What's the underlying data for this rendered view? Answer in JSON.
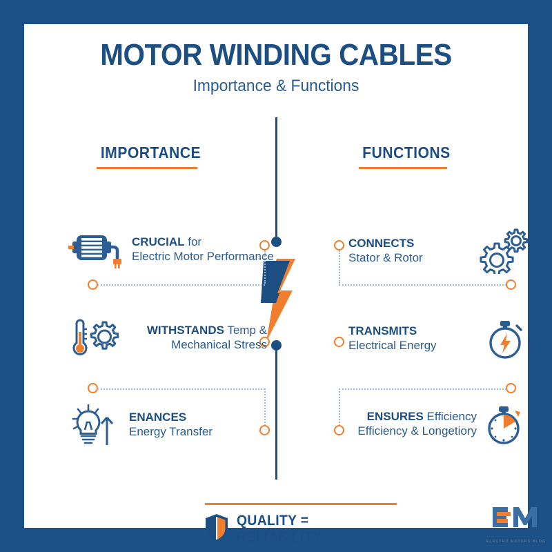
{
  "header": {
    "title": "MOTOR WINDING CABLES",
    "subtitle": "Importance & Functions"
  },
  "columns": {
    "left_heading": "IMPORTANCE",
    "right_heading": "FUNCTIONS"
  },
  "importance": [
    {
      "icon": "electric-motor-icon",
      "line1_strong": "CRUCIAL",
      "line1_rest": " for",
      "line2": "Electric Motor Performance"
    },
    {
      "icon": "thermometer-gear-icon",
      "line1_strong": "WITHSTANDS",
      "line1_rest": " Temp &",
      "line2": "Mechanical Stress"
    },
    {
      "icon": "lightbulb-arrow-icon",
      "line1_strong": "ENANCES",
      "line1_rest": "",
      "line2": "Energy Transfer"
    }
  ],
  "functions": [
    {
      "icon": "two-gears-icon",
      "line1_strong": "CONNECTS",
      "line1_rest": "",
      "line2": "Stator & Rotor"
    },
    {
      "icon": "stopwatch-bolt-icon",
      "line1_strong": "TRANSMITS",
      "line1_rest": "",
      "line2": "Electrical Energy"
    },
    {
      "icon": "stopwatch-timer-icon",
      "line1_strong": "ENSURES",
      "line1_rest": " Efficiency",
      "line2": "Efficiency & Longetiory"
    }
  ],
  "banner": {
    "icon": "shield-icon",
    "text": "QUALITY = RELIABILITY"
  },
  "logo": {
    "mark": "EM",
    "tagline": "ELECTRO MOTORS BLOG"
  },
  "colors": {
    "navy_border": "#1c5188",
    "navy_text": "#1d4e82",
    "body_text": "#2b5b8c",
    "orange": "#ef7f2f",
    "dotted": "#9fb8cf",
    "white": "#ffffff"
  }
}
